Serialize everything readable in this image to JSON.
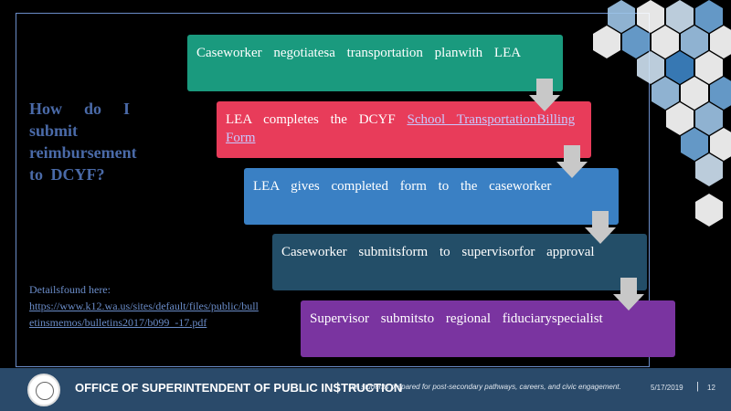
{
  "slide": {
    "title": "How do I submit reimbursement to DCYF?",
    "details_label": "Detailsfound here:",
    "details_url": "https://www.k12.wa.us/sites/default/files/public/bulletinsmemos/bulletins2017/b099_-17.pdf"
  },
  "steps": [
    {
      "text": "Caseworker negotiatesa transportation planwith LEA"
    },
    {
      "text": "LEA completes the DCYF",
      "link": "School TransportationBilling Form"
    },
    {
      "text": "LEA gives completed form to the caseworker"
    },
    {
      "text": "Caseworker submitsform to supervisorfor approval"
    },
    {
      "text": "Supervisor submitsto regional fiduciaryspecialist"
    }
  ],
  "footer": {
    "org": "OFFICE OF SUPERINTENDENT OF PUBLIC INSTRUCTION",
    "divider": "|",
    "tagline": "All students prepared for post-secondary pathways, careers, and civic engagement.",
    "date": "5/17/2019",
    "page_divider": "|",
    "page": "12"
  },
  "colors": {
    "step1": "#1a9a7e",
    "step2": "#e83c5a",
    "step3": "#3a80c4",
    "step4": "#234e68",
    "step5": "#7a34a0",
    "title": "#4a6aa8",
    "footer": "#2a4a6a"
  }
}
